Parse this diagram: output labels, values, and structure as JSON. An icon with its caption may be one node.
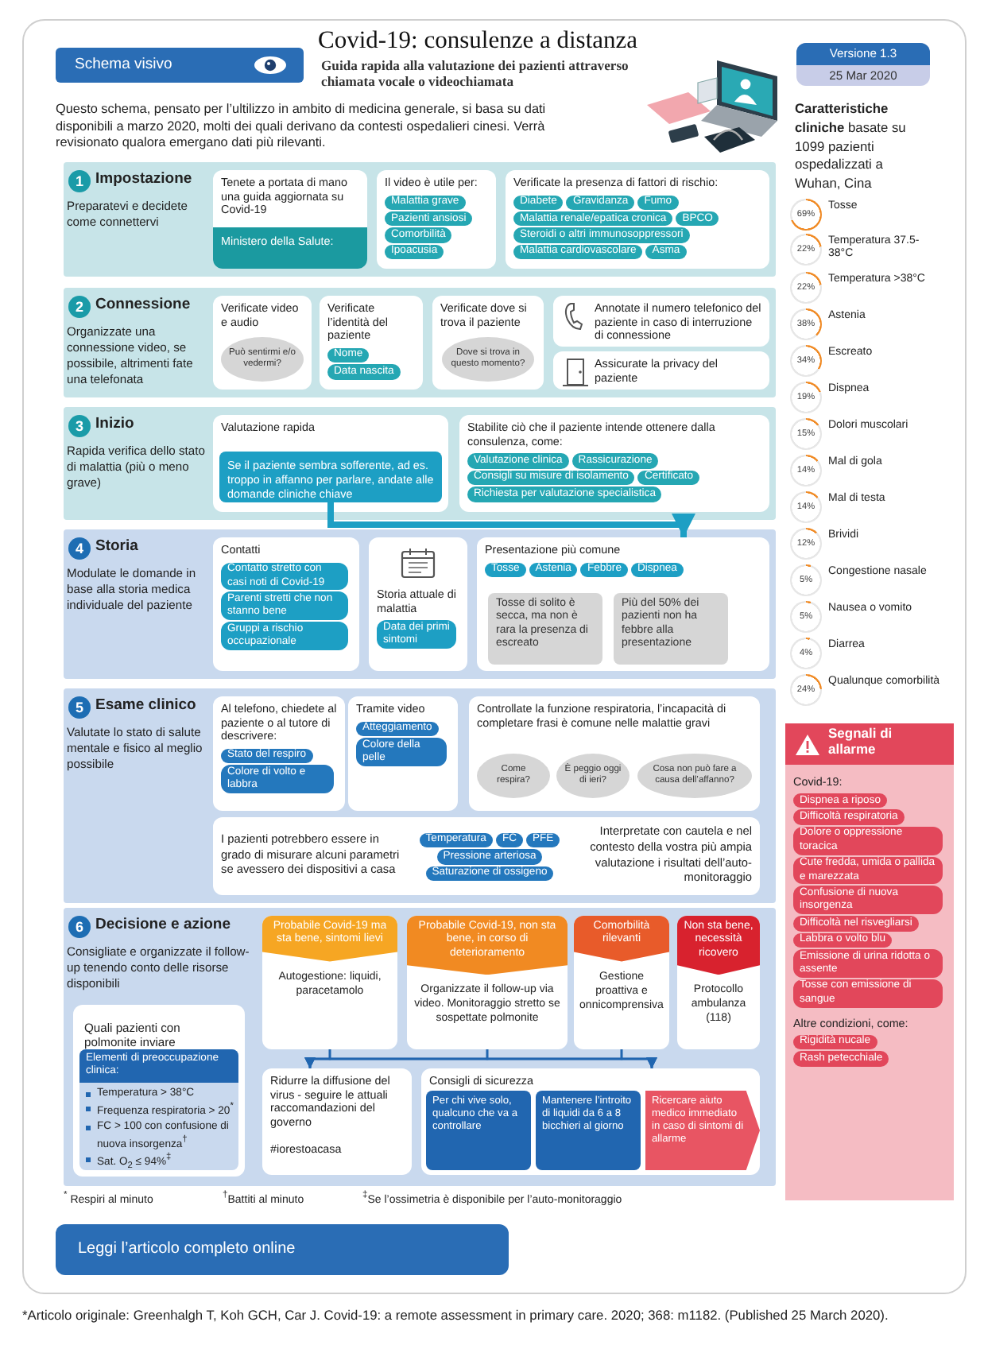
{
  "diagram": {
    "title": "Covid-19: consulenze a distanza",
    "caption": "*Articolo originale: Greenhalgh T, Koh GCH, Car J. Covid-19: a remote assessment in primary care. 2020; 368: m1182. (Published 25 March 2020).",
    "nodes": [
      {
        "text": [
          "Schema visivo"
        ]
      },
      {
        "text": [
          "Versione 1.3",
          "25 Mar 2020"
        ]
      },
      {
        "text": [
          "Impostazione",
          "Preparatevi e decidete come connettervi"
        ]
      },
      {
        "text": [
          "1"
        ],
        "in": 2
      },
      {
        "text": [
          "Tenete a portata di mano una guida aggiornata su Covid-19"
        ],
        "in": 2
      },
      {
        "text": [
          "Ministero della Salute:"
        ],
        "in": 4
      },
      {
        "text": [
          "Il video è utile per:"
        ],
        "in": 2
      },
      {
        "text": [
          "Malattia grave"
        ],
        "in": 6
      },
      {
        "text": [
          "Pazienti ansiosi"
        ],
        "in": 6
      },
      {
        "text": [
          "Comorbilità"
        ],
        "in": 6
      },
      {
        "text": [
          "Ipoacusia"
        ],
        "in": 6
      },
      {
        "text": [
          "Verificate la presenza di fattori di rischio:"
        ],
        "in": 2
      },
      {
        "text": [
          "Diabete"
        ],
        "in": 11
      },
      {
        "text": [
          "Gravidanza"
        ],
        "in": 11
      },
      {
        "text": [
          "Fumo"
        ],
        "in": 11
      },
      {
        "text": [
          "Malattia renale/epatica cronica"
        ],
        "in": 11
      },
      {
        "text": [
          "BPCO"
        ],
        "in": 11
      },
      {
        "text": [
          "Steroidi o altri immunosoppressori"
        ],
        "in": 11
      },
      {
        "text": [
          "Malattia cardiovascolare"
        ],
        "in": 11
      },
      {
        "text": [
          "Asma"
        ],
        "in": 11
      },
      {
        "text": [
          "Connessione",
          "Organizzate una connessione video, se possibile, altrimenti fate una telefonata"
        ]
      },
      {
        "text": [
          "2"
        ],
        "in": 20
      },
      {
        "text": [
          "Verificate video e audio"
        ],
        "in": 20
      },
      {
        "text": [
          "Può sentirmi e/o vedermi?"
        ],
        "in": 22
      },
      {
        "text": [
          "Verificate l’identità del paziente"
        ],
        "in": 20
      },
      {
        "text": [
          "Nome"
        ],
        "in": 24
      },
      {
        "text": [
          "Data nascita"
        ],
        "in": 24
      },
      {
        "text": [
          "Verificate dove si trova il paziente"
        ],
        "in": 20
      },
      {
        "text": [
          "Dove si trova in questo momento?"
        ],
        "in": 27
      },
      {
        "text": [
          "Annotate il numero telefonico del paziente in caso di interruzione di connessione"
        ],
        "in": 20
      },
      {
        "text": [
          "Assicurate la privacy del paziente"
        ],
        "in": 20
      },
      {
        "text": [
          "Inizio",
          "Rapida verifica dello stato di malattia (più o meno grave)"
        ]
      },
      {
        "text": [
          "3"
        ],
        "in": 31
      },
      {
        "text": [
          "Valutazione rapida"
        ],
        "in": 31
      },
      {
        "text": [
          "Se il paziente sembra sofferente, ad es. troppo in affanno per parlare, andate alle domande cliniche chiave"
        ],
        "in": 33
      },
      {
        "text": [
          "Stabilite ciò che il paziente intende ottenere dalla consulenza, come:"
        ],
        "in": 31
      },
      {
        "text": [
          "Valutazione clinica"
        ],
        "in": 35
      },
      {
        "text": [
          "Rassicurazione"
        ],
        "in": 35
      },
      {
        "text": [
          "Consigli su misure di isolamento"
        ],
        "in": 35
      },
      {
        "text": [
          "Certificato"
        ],
        "in": 35
      },
      {
        "text": [
          "Richiesta per valutazione specialistica"
        ],
        "in": 35
      },
      {
        "text": [
          "Storia",
          "Modulate le domande in base alla storia medica individuale del paziente"
        ]
      },
      {
        "text": [
          "4"
        ],
        "in": 41
      },
      {
        "text": [
          "Contatti"
        ],
        "in": 41
      },
      {
        "text": [
          "Contatto stretto con casi noti di Covid-19"
        ],
        "in": 43
      },
      {
        "text": [
          "Parenti stretti che non stanno bene"
        ],
        "in": 43
      },
      {
        "text": [
          "Gruppi a rischio occupazionale"
        ],
        "in": 43
      },
      {
        "text": [
          "Storia attuale di malattia"
        ],
        "in": 41
      },
      {
        "text": [
          "Data dei primi sintomi"
        ],
        "in": 47
      },
      {
        "text": [
          "Presentazione più comune"
        ],
        "in": 41
      },
      {
        "text": [
          "Tosse"
        ],
        "in": 49
      },
      {
        "text": [
          "Astenia"
        ],
        "in": 49
      },
      {
        "text": [
          "Febbre"
        ],
        "in": 49
      },
      {
        "text": [
          "Dispnea"
        ],
        "in": 49
      },
      {
        "text": [
          "Tosse di solito è secca, ma non è rara la presenza di escreato"
        ],
        "in": 49
      },
      {
        "text": [
          "Più del 50% dei pazienti non ha febbre alla presentazione"
        ],
        "in": 49
      },
      {
        "text": [
          "Esame clinico",
          "Valutate lo stato di salute mentale e fisico al meglio possibile"
        ]
      },
      {
        "text": [
          "5"
        ],
        "in": 56
      },
      {
        "text": [
          "Al telefono, chiedete al paziente o al tutore di descrivere:"
        ],
        "in": 56
      },
      {
        "text": [
          "Stato del respiro"
        ],
        "in": 58
      },
      {
        "text": [
          "Colore di volto e labbra"
        ],
        "in": 58
      },
      {
        "text": [
          "Tramite video"
        ],
        "in": 56
      },
      {
        "text": [
          "Atteggiamento"
        ],
        "in": 61
      },
      {
        "text": [
          "Colore della pelle"
        ],
        "in": 61
      },
      {
        "text": [
          "Controllate la funzione respiratoria, l’incapacità di completare frasi è comune nelle malattie gravi"
        ],
        "in": 56
      },
      {
        "text": [
          "Come respira?"
        ],
        "in": 64
      },
      {
        "text": [
          "È peggio oggi di ieri?"
        ],
        "in": 64
      },
      {
        "text": [
          "Cosa non può fare a causa dell’affanno?"
        ],
        "in": 64
      },
      {
        "text": [
          "I pazienti potrebbero essere in grado di misurare alcuni parametri se avessero dei dispositivi a casa",
          "Interpretate con cautela e nel contesto della vostra più ampia valutazione i risultati dell’auto-monitoraggio"
        ],
        "in": 56
      },
      {
        "text": [
          "Temperatura"
        ],
        "in": 68
      },
      {
        "text": [
          "FC"
        ],
        "in": 68
      },
      {
        "text": [
          "PFE"
        ],
        "in": 68
      },
      {
        "text": [
          "Pressione arteriosa"
        ],
        "in": 68
      },
      {
        "text": [
          "Saturazione di ossigeno"
        ],
        "in": 68
      },
      {
        "text": [
          "Decisione e azione",
          "Consigliate e organizzate il follow-up tenendo conto delle risorse disponibili"
        ]
      },
      {
        "text": [
          "6"
        ],
        "in": 74
      },
      {
        "text": [
          "Quali pazienti con polmonite inviare all’ospedale?"
        ],
        "in": 74
      },
      {
        "text": [
          "Elementi di preoccupazione clinica:",
          "Temperatura > 38°C",
          "Frequenza respiratoria > 20$^{*}$",
          "FC > 100 con confusione di nuova insorgenza$^{†}$",
          "Sat. O$_{2}$ ≤ 94%$^{‡}$"
        ],
        "in": 76
      },
      {
        "text": [
          "Probabile Covid-19 ma sta bene, sintomi lievi",
          "Autogestione: liquidi, paracetamolo"
        ],
        "in": 74
      },
      {
        "text": [
          "Probabile Covid-19, non sta bene, in corso di deterioramento",
          "Organizzate il follow-up via video. Monitoraggio stretto se sospettate polmonite"
        ],
        "in": 74
      },
      {
        "text": [
          "Comorbilità rilevanti",
          "Gestione proattiva e onnicomprensiva"
        ],
        "in": 74
      },
      {
        "text": [
          "Non sta bene, necessità ricovero",
          "Protocollo ambulanza (118)"
        ],
        "in": 74
      },
      {
        "text": [
          "Ridurre la diffusione del virus - seguire le attuali raccomandazioni del governo",
          "#iorestoacasa"
        ],
        "in": 74
      },
      {
        "text": [
          "Consigli di sicurezza"
        ],
        "in": 74
      },
      {
        "text": [
          "Per chi vive solo, qualcuno che va a controllare"
        ],
        "in": 83
      },
      {
        "text": [
          "Mantenere l’introito di liquidi da 6 a 8 bicchieri al giorno"
        ],
        "in": 83
      },
      {
        "text": [
          "Ricercare aiuto medico immediato in caso di sintomi di allarme"
        ],
        "in": 83
      },
      {
        "text": [
          "69%"
        ],
        "beside": [
          "Tosse"
        ]
      },
      {
        "text": [
          "22%"
        ],
        "beside": [
          "Temperatura 37.5-38°C"
        ]
      },
      {
        "text": [
          "22%"
        ],
        "beside": [
          "Temperatura >38°C"
        ]
      },
      {
        "text": [
          "38%"
        ],
        "beside": [
          "Astenia"
        ]
      },
      {
        "text": [
          "34%"
        ],
        "beside": [
          "Escreato"
        ]
      },
      {
        "text": [
          "19%"
        ],
        "beside": [
          "Dispnea"
        ]
      },
      {
        "text": [
          "15%"
        ],
        "beside": [
          "Dolori muscolari"
        ]
      },
      {
        "text": [
          "14%"
        ],
        "beside": [
          "Mal di gola"
        ]
      },
      {
        "text": [
          "14%"
        ],
        "beside": [
          "Mal di testa"
        ]
      },
      {
        "text": [
          "12%"
        ],
        "beside": [
          "Brividi"
        ]
      },
      {
        "text": [
          "5%"
        ],
        "beside": [
          "Congestione nasale"
        ]
      },
      {
        "text": [
          "5%"
        ],
        "beside": [
          "Nausea o vomito"
        ]
      },
      {
        "text": [
          "4%"
        ],
        "beside": [
          "Diarrea"
        ]
      },
      {
        "text": [
          "24%"
        ],
        "beside": [
          "Qualunque comorbilità"
        ]
      },
      {
        "text": [
          "Segnali di allarme",
          "Covid-19:",
          "Altre condizioni, come:"
        ]
      },
      {
        "text": [
          "Dispnea a riposo"
        ],
        "in": 101
      },
      {
        "text": [
          "Difficoltà respiratoria"
        ],
        "in": 101
      },
      {
        "text": [
          "Dolore o oppressione toracica"
        ],
        "in": 101
      },
      {
        "text": [
          "Cute fredda, umida o pallida e marezzata"
        ],
        "in": 101
      },
      {
        "text": [
          "Confusione di nuova insorgenza"
        ],
        "in": 101
      },
      {
        "text": [
          "Difficoltà nel risvegliarsi"
        ],
        "in": 101
      },
      {
        "text": [
          "Labbra o volto blu"
        ],
        "in": 101
      },
      {
        "text": [
          "Emissione di urina ridotta o assente"
        ],
        "in": 101
      },
      {
        "text": [
          "Tosse con emissione di sangue"
        ],
        "in": 101
      },
      {
        "text": [
          "Rigidità nucale"
        ],
        "in": 101
      },
      {
        "text": [
          "Rash petecchiale"
        ],
        "in": 101
      },
      {
        "text": [
          "Leggi l’articolo completo online"
        ]
      }
    ],
    "edges": [
      {
        "from": 34,
        "to": 49,
        "arrow": "to",
        "style": "thick",
        "color": "#1d9fc4"
      },
      {
        "from": 78,
        "to": 82,
        "arrow": "to"
      },
      {
        "from": 78,
        "to": 83,
        "arrow": "to"
      },
      {
        "from": 79,
        "to": 82,
        "arrow": "to"
      },
      {
        "from": 79,
        "to": 83,
        "arrow": "to"
      },
      {
        "from": 80,
        "to": 82,
        "arrow": "to"
      },
      {
        "from": 80,
        "to": 83,
        "arrow": "to"
      }
    ],
    "labels": [
      "Guida rapida alla valutazione dei pazienti attraverso chiamata vocale o videochiamata",
      "Questo schema, pensato per l’ultilizzo in ambito di medicina generale, si basa su dati disponibili a marzo 2020, molti dei quali derivano da contesti ospedalieri cinesi. Verrà revisionato qualora emergano dati più rilevanti.",
      "**Caratteristiche cliniche** basate su 1099 pazienti ospedalizzati a Wuhan, Cina",
      "$^{*}$ Respiri al minuto",
      "$^{†}$Battiti al minuto",
      "$^{‡}$Se l’ossimetria è disponibile per l’auto-monitoraggio"
    ]
  }
}
